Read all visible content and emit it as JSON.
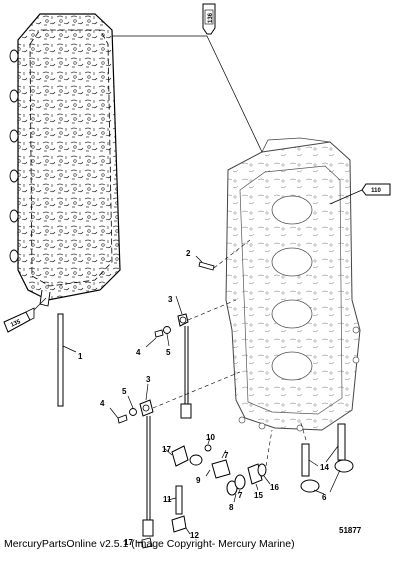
{
  "callouts": {
    "c1": "1",
    "c2": "2",
    "c3a": "3",
    "c3b": "3",
    "c4a": "4",
    "c4b": "4",
    "c5a": "5",
    "c5b": "5",
    "c6": "6",
    "c7a": "7",
    "c7b": "7",
    "c8": "8",
    "c9": "9",
    "c10": "10",
    "c11": "11",
    "c12": "12",
    "c14": "14",
    "c15": "15",
    "c16": "16",
    "c17a": "17",
    "c17b": "17"
  },
  "tubes": {
    "t136": "136",
    "t110": "110",
    "t135": "135"
  },
  "diagram_number": "51877",
  "footer_text": "MercuryPartsOnline v2.5.1 (Image Copyright- Mercury Marine)"
}
